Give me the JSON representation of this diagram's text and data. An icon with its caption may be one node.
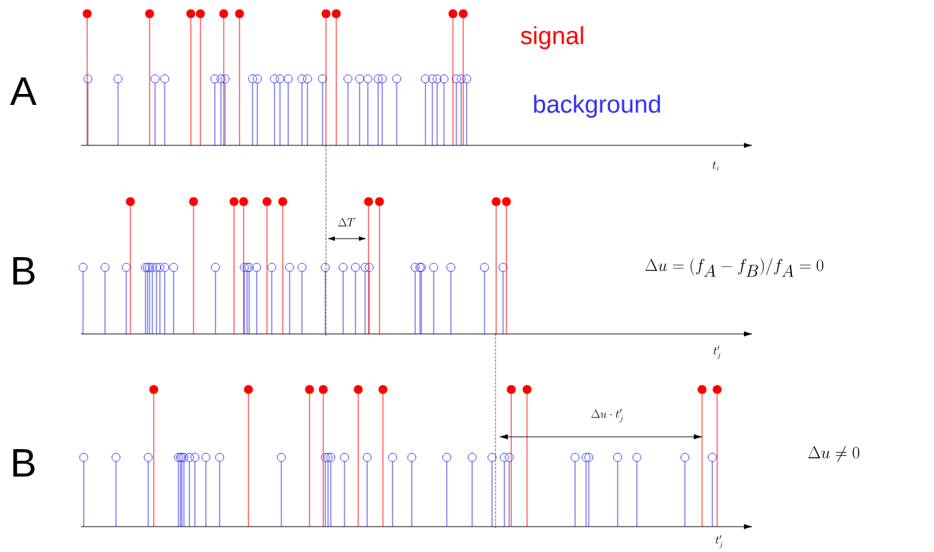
{
  "diagram": {
    "labels": [
      "A",
      "signal",
      "background",
      "t_i",
      "\\Delta T",
      "B",
      "\\Delta u=(f_A-f_B)/f_A=0",
      "t'_j",
      "\\Delta u\\cdot t'_j",
      "B",
      "\\Delta u\\neq 0",
      "t'_j"
    ]
  }
}
